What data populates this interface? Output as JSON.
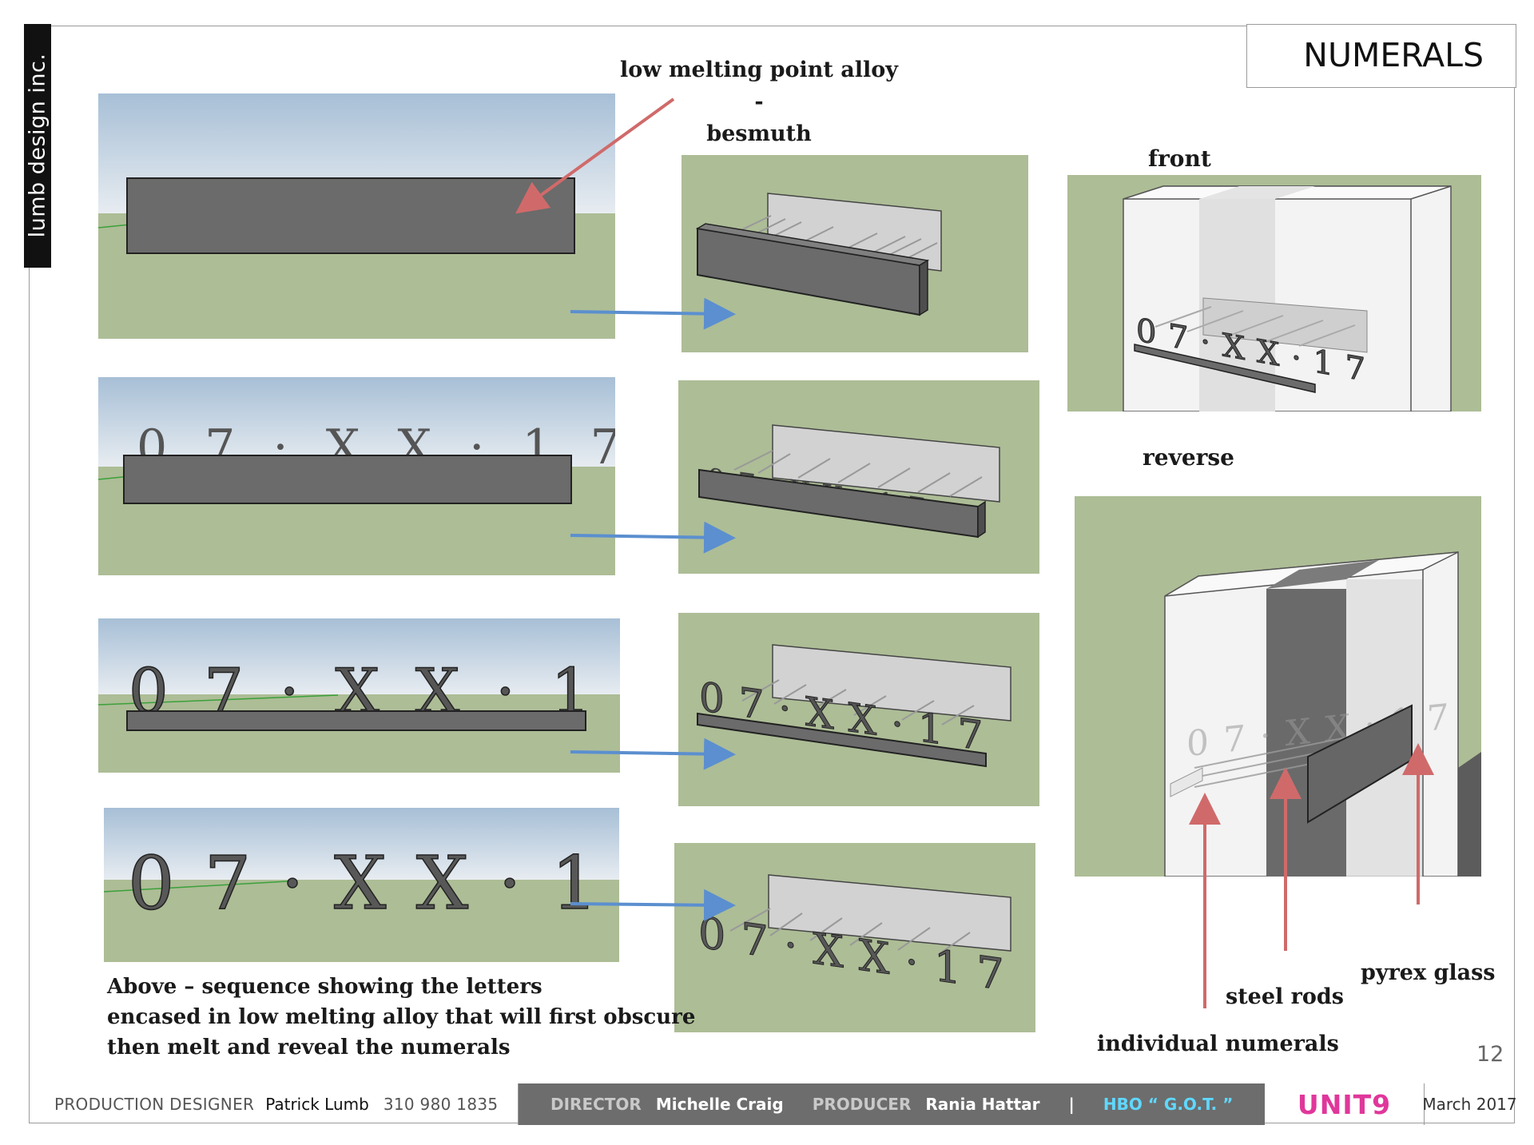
{
  "brand": {
    "logo_text": "lumb design inc."
  },
  "page_title": "NUMERALS",
  "annotations": {
    "alloy_line1": "low melting point alloy -",
    "alloy_line2": "besmuth",
    "front": "front",
    "reverse": "reverse",
    "caption_line1": "Above – sequence showing the letters",
    "caption_line2": "encased in low melting alloy that will first obscure",
    "caption_line3": "then melt and reveal the numerals",
    "pyrex_glass": "pyrex glass",
    "steel_rods": "steel rods",
    "individual_numerals": "individual numerals"
  },
  "render_numerals": "0 7 · X X · 1 7",
  "page_number": "12",
  "footer": {
    "production_designer_label": "PRODUCTION DESIGNER",
    "production_designer_name": "Patrick Lumb",
    "phone": "310 980 1835",
    "director_label": "DIRECTOR",
    "director_name": "Michelle Craig",
    "producer_label": "PRODUCER",
    "producer_name": "Rania Hattar",
    "separator": "|",
    "show": "HBO “ G.O.T. ”",
    "logo": "UNIT9",
    "date": "March 2017"
  },
  "colors": {
    "grass": "#adbd96",
    "sky_top": "#a7bfd6",
    "alloy": "#6b6b6b",
    "glass": "#cfcfcf",
    "red_arrow": "#d06a6a",
    "blue_arrow": "#5b8fcf",
    "unit9_pink": "#e0379b"
  }
}
